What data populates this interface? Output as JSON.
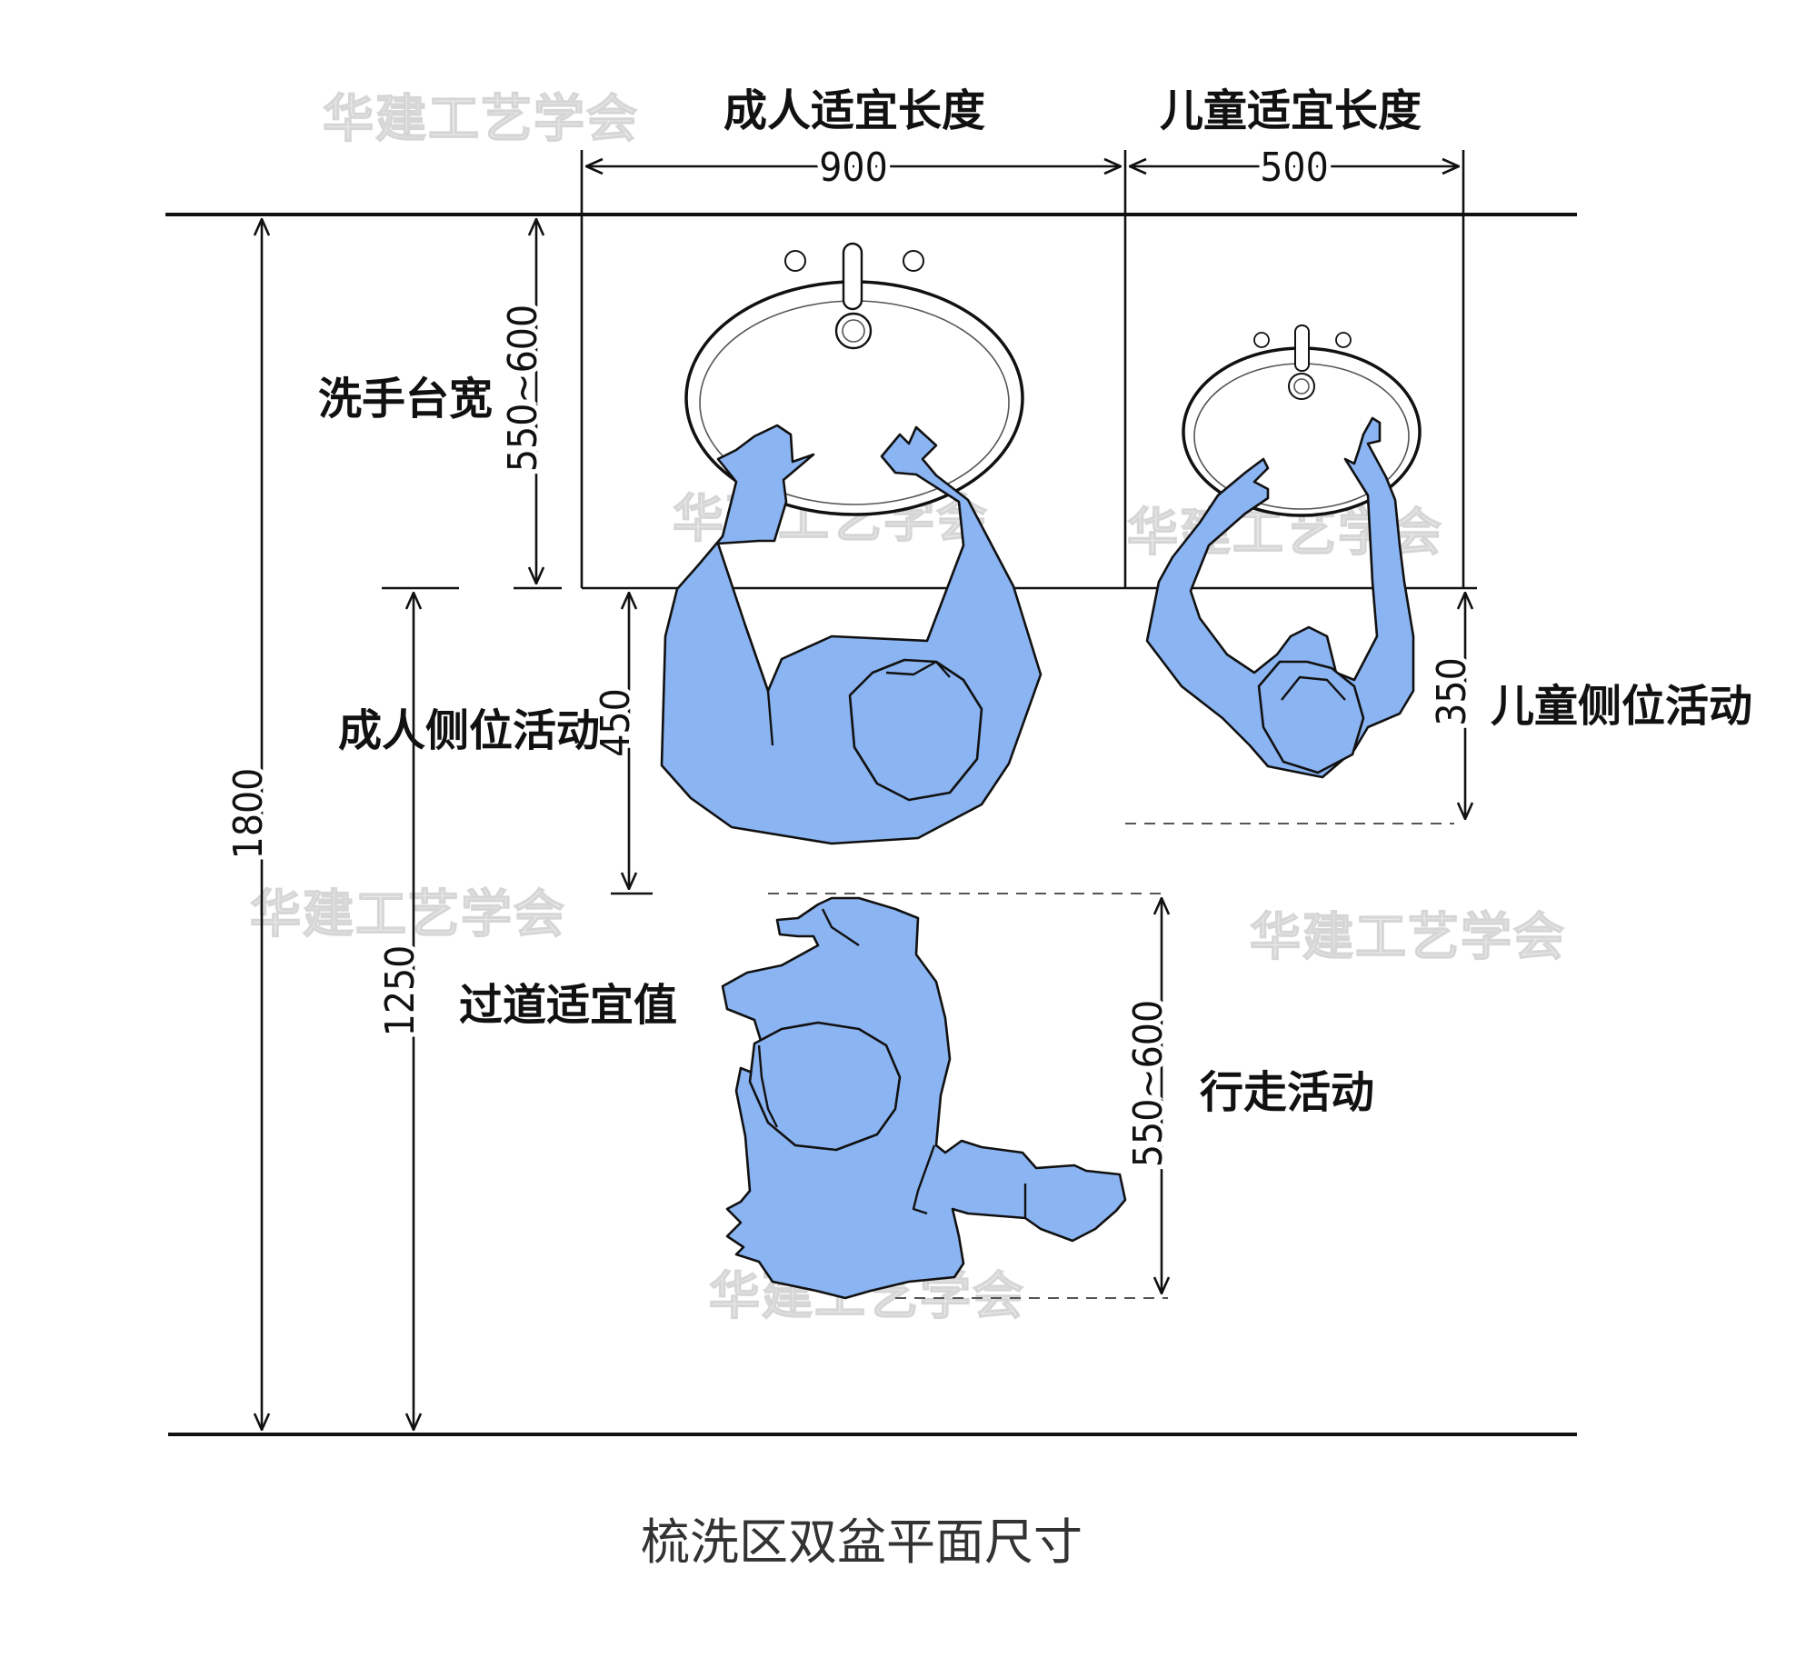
{
  "title": "梳洗区双盆平面尺寸",
  "watermark": "华建工艺学会",
  "labels": {
    "adult_length": "成人适宜长度",
    "child_length": "儿童适宜长度",
    "basin_width": "洗手台宽",
    "adult_side": "成人侧位活动",
    "child_side": "儿童侧位活动",
    "aisle": "过道适宜值",
    "walking": "行走活动"
  },
  "dimensions": {
    "adult_length": "900",
    "child_length": "500",
    "basin_width": "550~600",
    "adult_side": "450",
    "child_side": "350",
    "total": "1800",
    "aisle": "1250",
    "walking": "550~600"
  },
  "colors": {
    "figure_fill": "#8bb4f2",
    "line": "#111111"
  }
}
